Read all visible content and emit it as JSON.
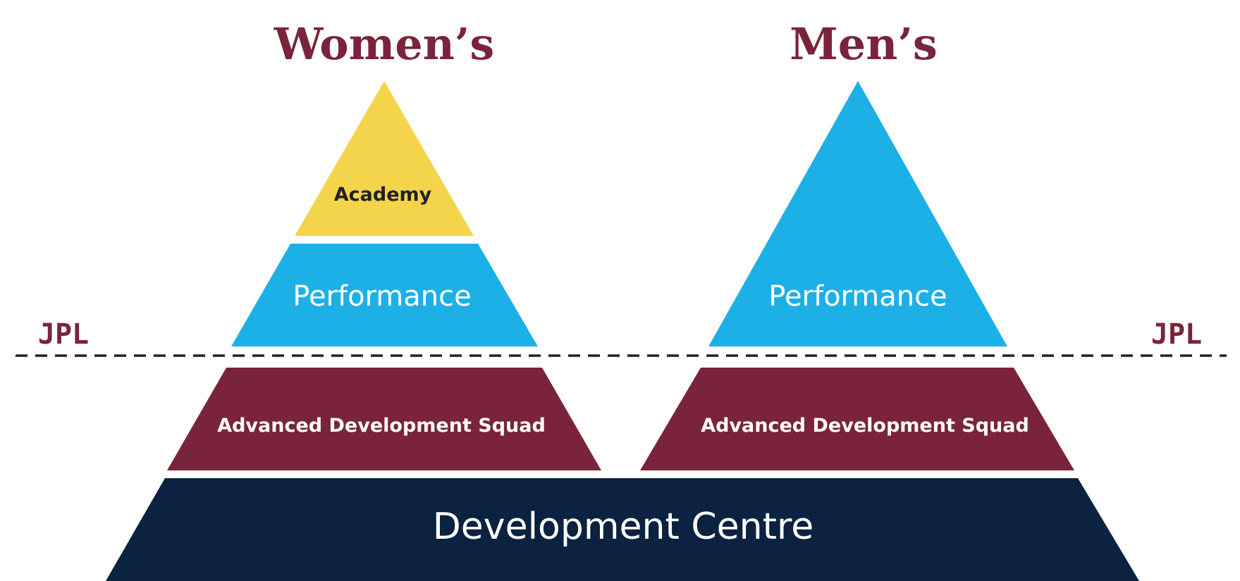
{
  "colors": {
    "maroon": "#7a243b",
    "blue": "#1db0e6",
    "yellow": "#f4d44b",
    "navy": "#0b2240",
    "dark_text": "#222222",
    "white_text": "#ffffff",
    "dash": "#222222"
  },
  "titles": {
    "women": "Women’s",
    "men": "Men’s"
  },
  "jpl": {
    "left": "JPL",
    "right": "JPL"
  },
  "women": {
    "academy": "Academy",
    "performance": "Performance",
    "ads": "Advanced Development Squad"
  },
  "men": {
    "performance": "Performance",
    "ads": "Advanced Development Squad"
  },
  "base": {
    "label": "Development Centre"
  }
}
